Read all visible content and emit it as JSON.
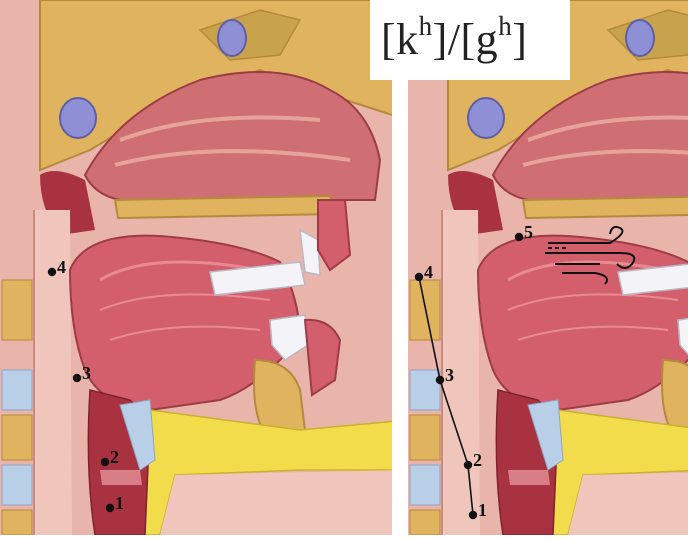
{
  "title": {
    "base1": "[k",
    "sup1": "h",
    "mid": "]/[g",
    "sup2": "h",
    "end": "]"
  },
  "left_panel": {
    "markers": [
      {
        "label": "1"
      },
      {
        "label": "2"
      },
      {
        "label": "3"
      },
      {
        "label": "4"
      }
    ]
  },
  "right_panel": {
    "markers": [
      {
        "label": "1"
      },
      {
        "label": "2"
      },
      {
        "label": "3"
      },
      {
        "label": "4"
      },
      {
        "label": "5"
      }
    ],
    "airflow_icon": "aspiration-airflow-icon"
  },
  "colors": {
    "bone": "#e0b45e",
    "bone_edge": "#b58a3c",
    "soft_tissue": "#e6a39a",
    "muscle": "#d45f6c",
    "cavity": "#a8323f",
    "fat": "#f2dc4c",
    "teeth": "#f4f4f8",
    "cartilage": "#b9cfe8"
  }
}
